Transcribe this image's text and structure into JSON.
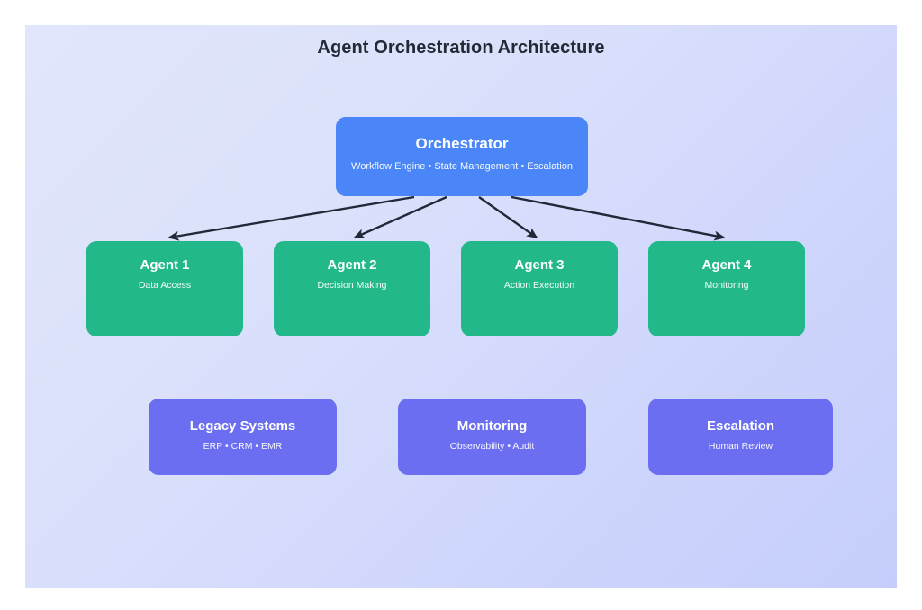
{
  "diagram": {
    "title": "Agent Orchestration Architecture",
    "type": "flowchart",
    "orientation": "top-down",
    "colors": {
      "canvas_gradient_start": "#e2e6fc",
      "canvas_gradient_end": "#c5cdfc",
      "orchestrator": "#4a86f7",
      "agent": "#22b88a",
      "support": "#6b6ef0",
      "arrow": "#1f2937",
      "title_text": "#212b36",
      "node_text": "#ffffff"
    },
    "orchestrator": {
      "title": "Orchestrator",
      "subtitle": "Workflow Engine • State Management • Escalation"
    },
    "agents": [
      {
        "title": "Agent 1",
        "subtitle": "Data Access"
      },
      {
        "title": "Agent 2",
        "subtitle": "Decision Making"
      },
      {
        "title": "Agent 3",
        "subtitle": "Action Execution"
      },
      {
        "title": "Agent 4",
        "subtitle": "Monitoring"
      }
    ],
    "support_layer": [
      {
        "title": "Legacy Systems",
        "subtitle": "ERP • CRM • EMR"
      },
      {
        "title": "Monitoring",
        "subtitle": "Observability • Audit"
      },
      {
        "title": "Escalation",
        "subtitle": "Human Review"
      }
    ],
    "connections": [
      {
        "from": "Orchestrator",
        "to": "Agent 1",
        "style": "solid-arrow"
      },
      {
        "from": "Orchestrator",
        "to": "Agent 2",
        "style": "solid-arrow"
      },
      {
        "from": "Orchestrator",
        "to": "Agent 3",
        "style": "solid-arrow"
      },
      {
        "from": "Orchestrator",
        "to": "Agent 4",
        "style": "solid-arrow"
      }
    ]
  }
}
